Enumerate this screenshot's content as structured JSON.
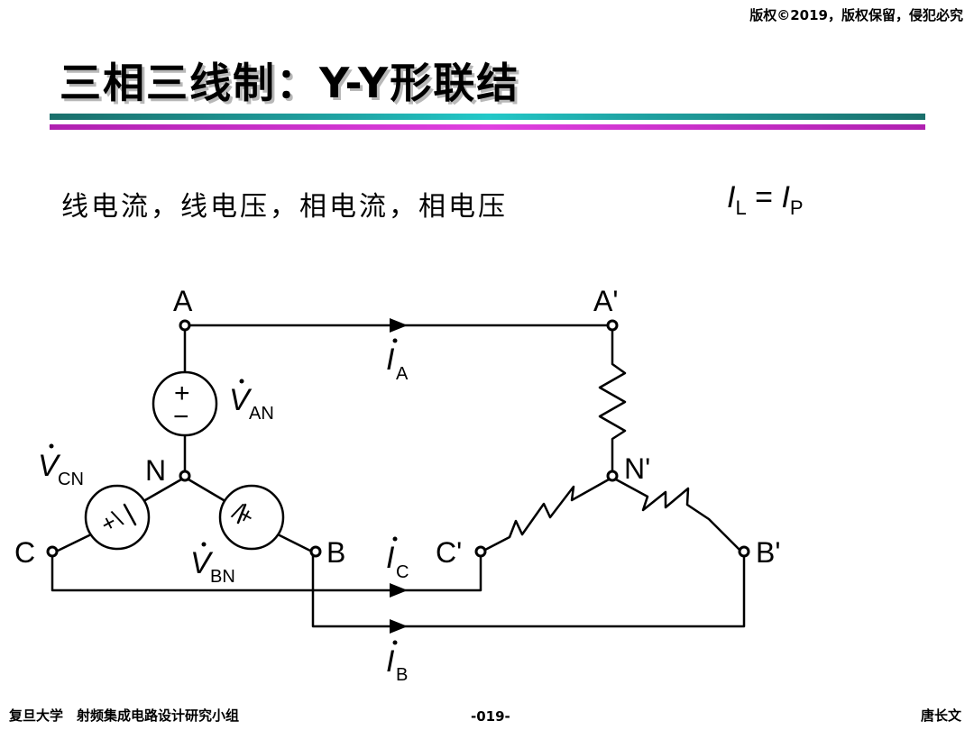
{
  "copyright": "版权©2019，版权保留，侵犯必究",
  "title": "三相三线制：Y-Y形联结",
  "subtitle": "线电流，线电压，相电流，相电压",
  "formula": {
    "lhs": "I",
    "lhs_sub": "L",
    "eq": " = ",
    "rhs": "I",
    "rhs_sub": "P"
  },
  "diagram": {
    "nodes": {
      "A": "A",
      "N": "N",
      "B": "B",
      "C": "C",
      "A_prime": "A'",
      "N_prime": "N'",
      "B_prime": "B'",
      "C_prime": "C'"
    },
    "sources": {
      "an": {
        "main": "V",
        "sub": "AN"
      },
      "bn": {
        "main": "V",
        "sub": "BN"
      },
      "cn": {
        "main": "V",
        "sub": "CN"
      }
    },
    "currents": {
      "a": {
        "main": "I",
        "sub": "A"
      },
      "b": {
        "main": "I",
        "sub": "B"
      },
      "c": {
        "main": "I",
        "sub": "C"
      }
    },
    "source_symbols": {
      "an_plus": "+",
      "an_minus": "−",
      "bn": "/+",
      "cn": "+\\"
    }
  },
  "footer": {
    "left": "复旦大学　射频集成电路设计研究小组",
    "page": "-019-",
    "author": "唐长文"
  },
  "colors": {
    "teal_bar": "#1fa6a6",
    "magenta_bar": "#e040e0"
  }
}
